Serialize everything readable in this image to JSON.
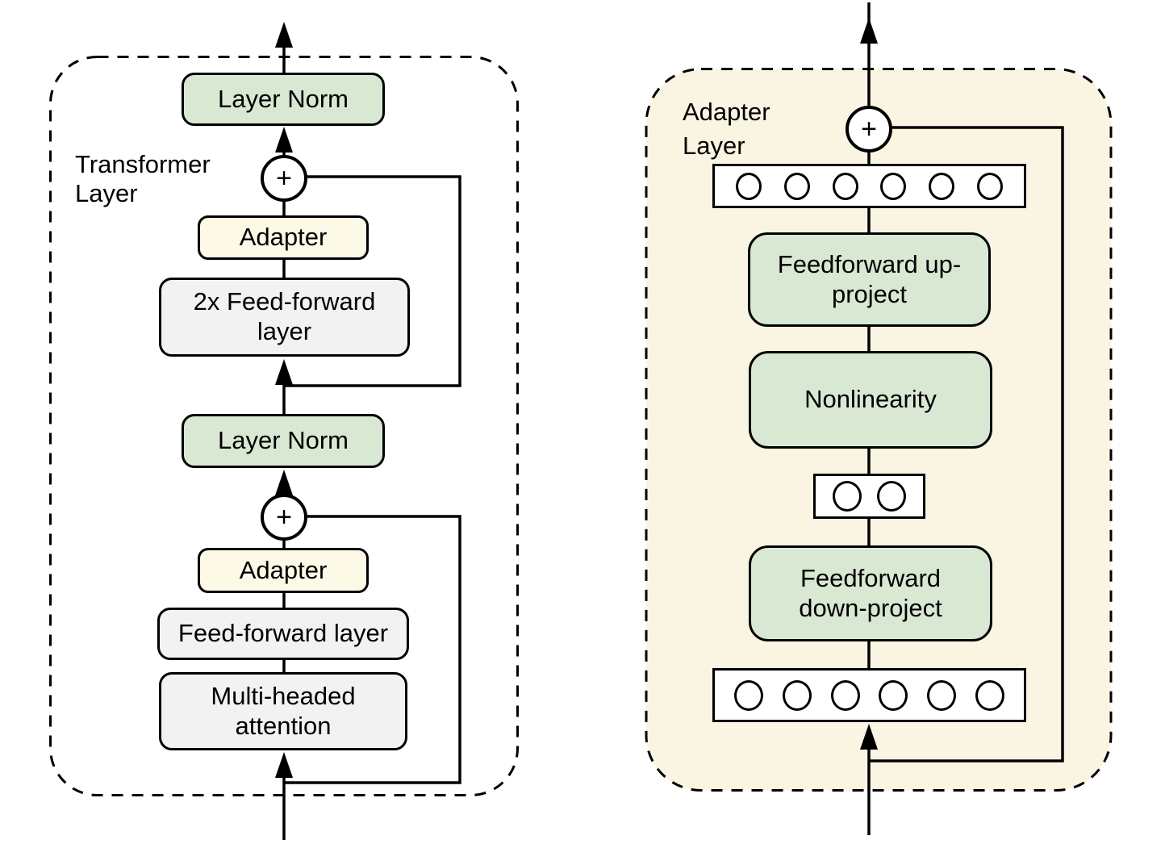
{
  "figure": {
    "left_panel": {
      "label": "Transformer Layer",
      "plus_symbol": "+",
      "boxes": {
        "layer_norm_top": "Layer Norm",
        "adapter_top": "Adapter",
        "feedforward_2x": "2x Feed-forward layer",
        "layer_norm_mid": "Layer Norm",
        "adapter_bottom": "Adapter",
        "feedforward": "Feed-forward layer",
        "attention": "Multi-headed attention"
      }
    },
    "right_panel": {
      "label": "Adapter Layer",
      "plus_symbol": "+",
      "boxes": {
        "up_project": "Feedforward up-project",
        "nonlinearity": "Nonlinearity",
        "down_project": "Feedforward down-project"
      },
      "vectors": {
        "top_units": 6,
        "bottleneck_units": 2,
        "bottom_units": 6
      }
    }
  },
  "colors": {
    "green": "#d9e8d3",
    "yellow": "#fcf9e6",
    "gray": "#f2f2f2",
    "cream": "#faf5e2",
    "ink": "#000000"
  }
}
